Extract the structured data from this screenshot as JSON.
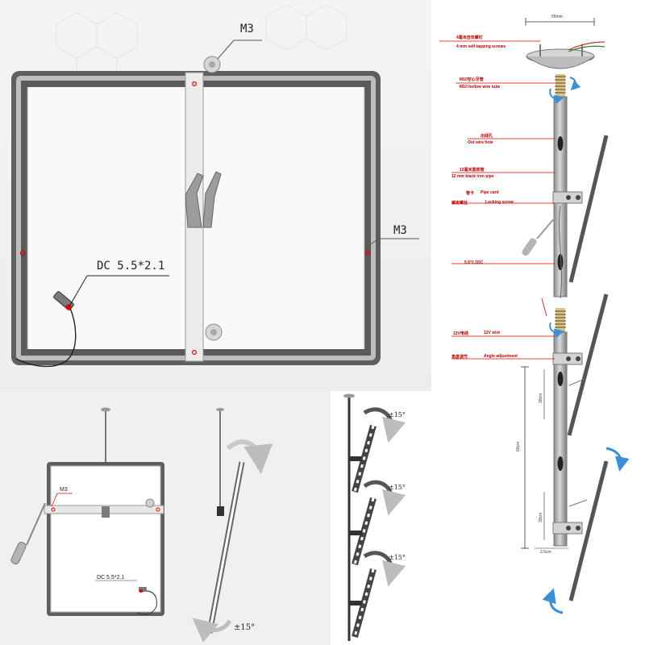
{
  "main_frame": {
    "top_label": "M3",
    "right_label": "M3",
    "connector_label": "DC 5.5*2.1"
  },
  "small_frame": {
    "screw_label": "M3",
    "connector_label": "DC 5.5*2.1"
  },
  "tilt_side": {
    "angle_label": "±15°"
  },
  "tilt_stack": {
    "angle_labels": [
      "±15°",
      "±15°",
      "±15°"
    ]
  },
  "cable_diagram": {
    "top_dim": "55mm",
    "callouts": [
      {
        "cn": "4毫米自攻螺钉",
        "en": "4 mm self-tapping screws"
      },
      {
        "cn": "M10空心牙管",
        "en": "M10 hollow wire tube"
      },
      {
        "cn": "出线孔",
        "en": "Out wire hole"
      },
      {
        "cn": "12毫米黑铁管",
        "en": "12 mm black iron pipe"
      },
      {
        "cn": "管卡",
        "en": "Pipe card"
      },
      {
        "cn": "锁定螺丝",
        "en": "Locking screw"
      },
      {
        "cn": "5.5*2.1DC",
        "en": ""
      },
      {
        "cn": "12V电线",
        "en": "12V wire"
      },
      {
        "cn": "角度调节",
        "en": "Angle adjustment"
      }
    ],
    "dims": [
      "30cm",
      "60cm",
      "30cm",
      "2.5cm"
    ]
  },
  "colors": {
    "frame": "#595959",
    "panel": "#f2f2f2",
    "accent_red": "#e00000",
    "arrow_blue": "#3a8fd6"
  }
}
